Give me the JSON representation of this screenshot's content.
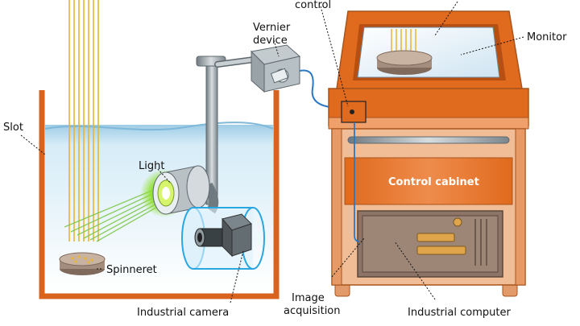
{
  "labels": {
    "control": "control",
    "vernier_line1": "Vernier",
    "vernier_line2": "device",
    "monitor": "Monitor",
    "slot": "Slot",
    "light": "Light",
    "spinneret": "Spinneret",
    "control_cabinet": "Control cabinet",
    "industrial_camera": "Industrial camera",
    "image_acq_line1": "Image",
    "image_acq_line2": "acquisition",
    "industrial_computer": "Industrial computer"
  },
  "colors": {
    "cabinet_orange": "#e06a1d",
    "cabinet_light": "#f3c7a5",
    "water": "#cfe7f4",
    "fiber": "#e8b431",
    "light_glow": "#8ee02a",
    "camera_ring": "#2aa7e0",
    "cable": "#2b78c4",
    "vernier_gray": "#8c9599"
  }
}
